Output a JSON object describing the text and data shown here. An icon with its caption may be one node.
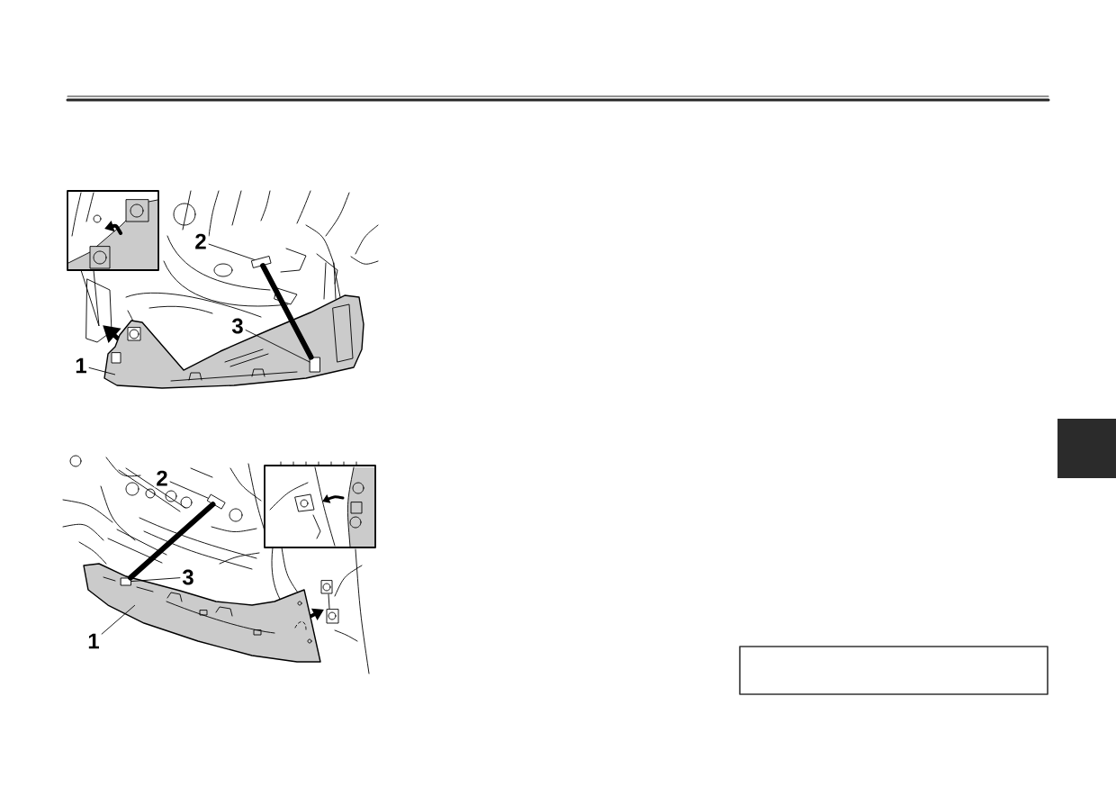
{
  "diagram": {
    "nodes": [
      {
        "text": [
          "2"
        ]
      },
      {
        "text": [],
        "shape": "box"
      },
      {
        "text": [
          "3"
        ]
      },
      {
        "text": [
          "1"
        ]
      },
      {
        "text": [],
        "shape": "picture"
      },
      {
        "text": [],
        "shape": "box",
        "in": 4
      },
      {
        "text": [
          "2"
        ]
      },
      {
        "text": [],
        "shape": "box"
      },
      {
        "text": [
          "3"
        ]
      },
      {
        "text": [
          "1"
        ]
      },
      {
        "text": [],
        "shape": "picture"
      },
      {
        "text": [],
        "shape": "box",
        "in": 10
      },
      {
        "text": [],
        "shape": "box"
      }
    ],
    "edges": [
      {
        "from": 0,
        "to": 1,
        "arrow": "none"
      },
      {
        "from": 1,
        "to": 5,
        "arrow": "none",
        "style": "thick"
      },
      {
        "from": 2,
        "to": 5,
        "arrow": "none"
      },
      {
        "from": 3,
        "to": 4,
        "arrow": "none"
      },
      {
        "from": 6,
        "to": 7,
        "arrow": "none"
      },
      {
        "from": 7,
        "to": 11,
        "arrow": "none",
        "style": "thick"
      },
      {
        "from": 8,
        "to": 11,
        "arrow": "none"
      },
      {
        "from": 9,
        "to": 10,
        "arrow": "none"
      }
    ]
  }
}
